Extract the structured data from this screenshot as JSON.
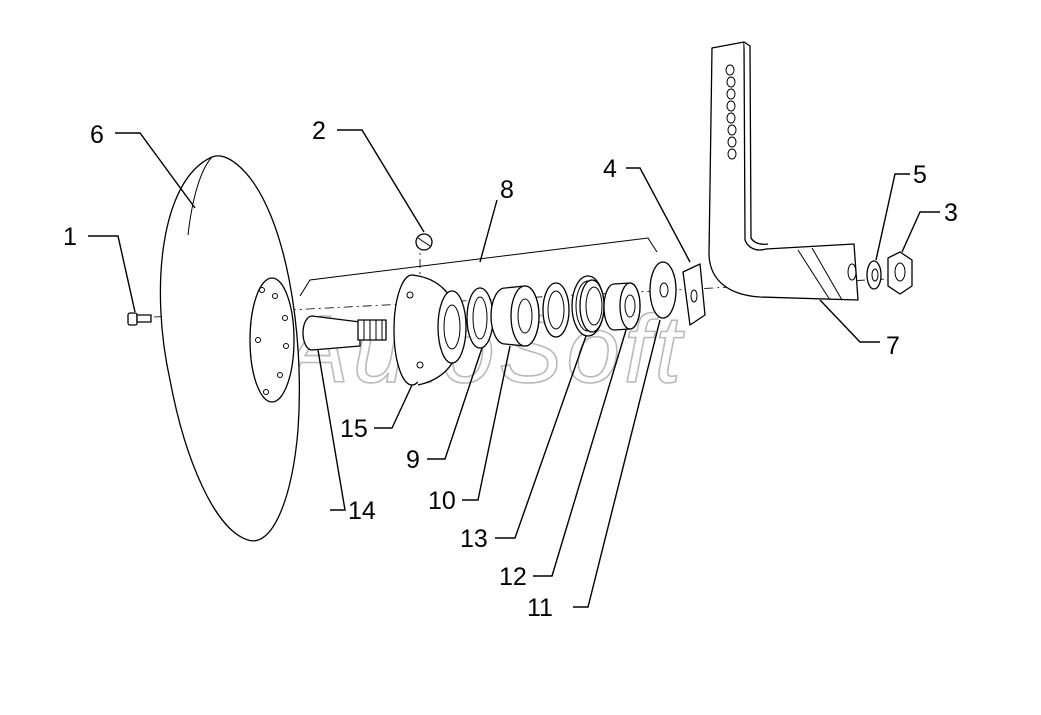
{
  "watermark": "AutoSoft",
  "callouts": [
    {
      "id": "1",
      "text": "1"
    },
    {
      "id": "2",
      "text": "2"
    },
    {
      "id": "3",
      "text": "3"
    },
    {
      "id": "4",
      "text": "4"
    },
    {
      "id": "5",
      "text": "5"
    },
    {
      "id": "6",
      "text": "6"
    },
    {
      "id": "7",
      "text": "7"
    },
    {
      "id": "8",
      "text": "8"
    },
    {
      "id": "9",
      "text": "9"
    },
    {
      "id": "10",
      "text": "10"
    },
    {
      "id": "11",
      "text": "11"
    },
    {
      "id": "12",
      "text": "12"
    },
    {
      "id": "13",
      "text": "13"
    },
    {
      "id": "14",
      "text": "14"
    },
    {
      "id": "15",
      "text": "15"
    }
  ]
}
